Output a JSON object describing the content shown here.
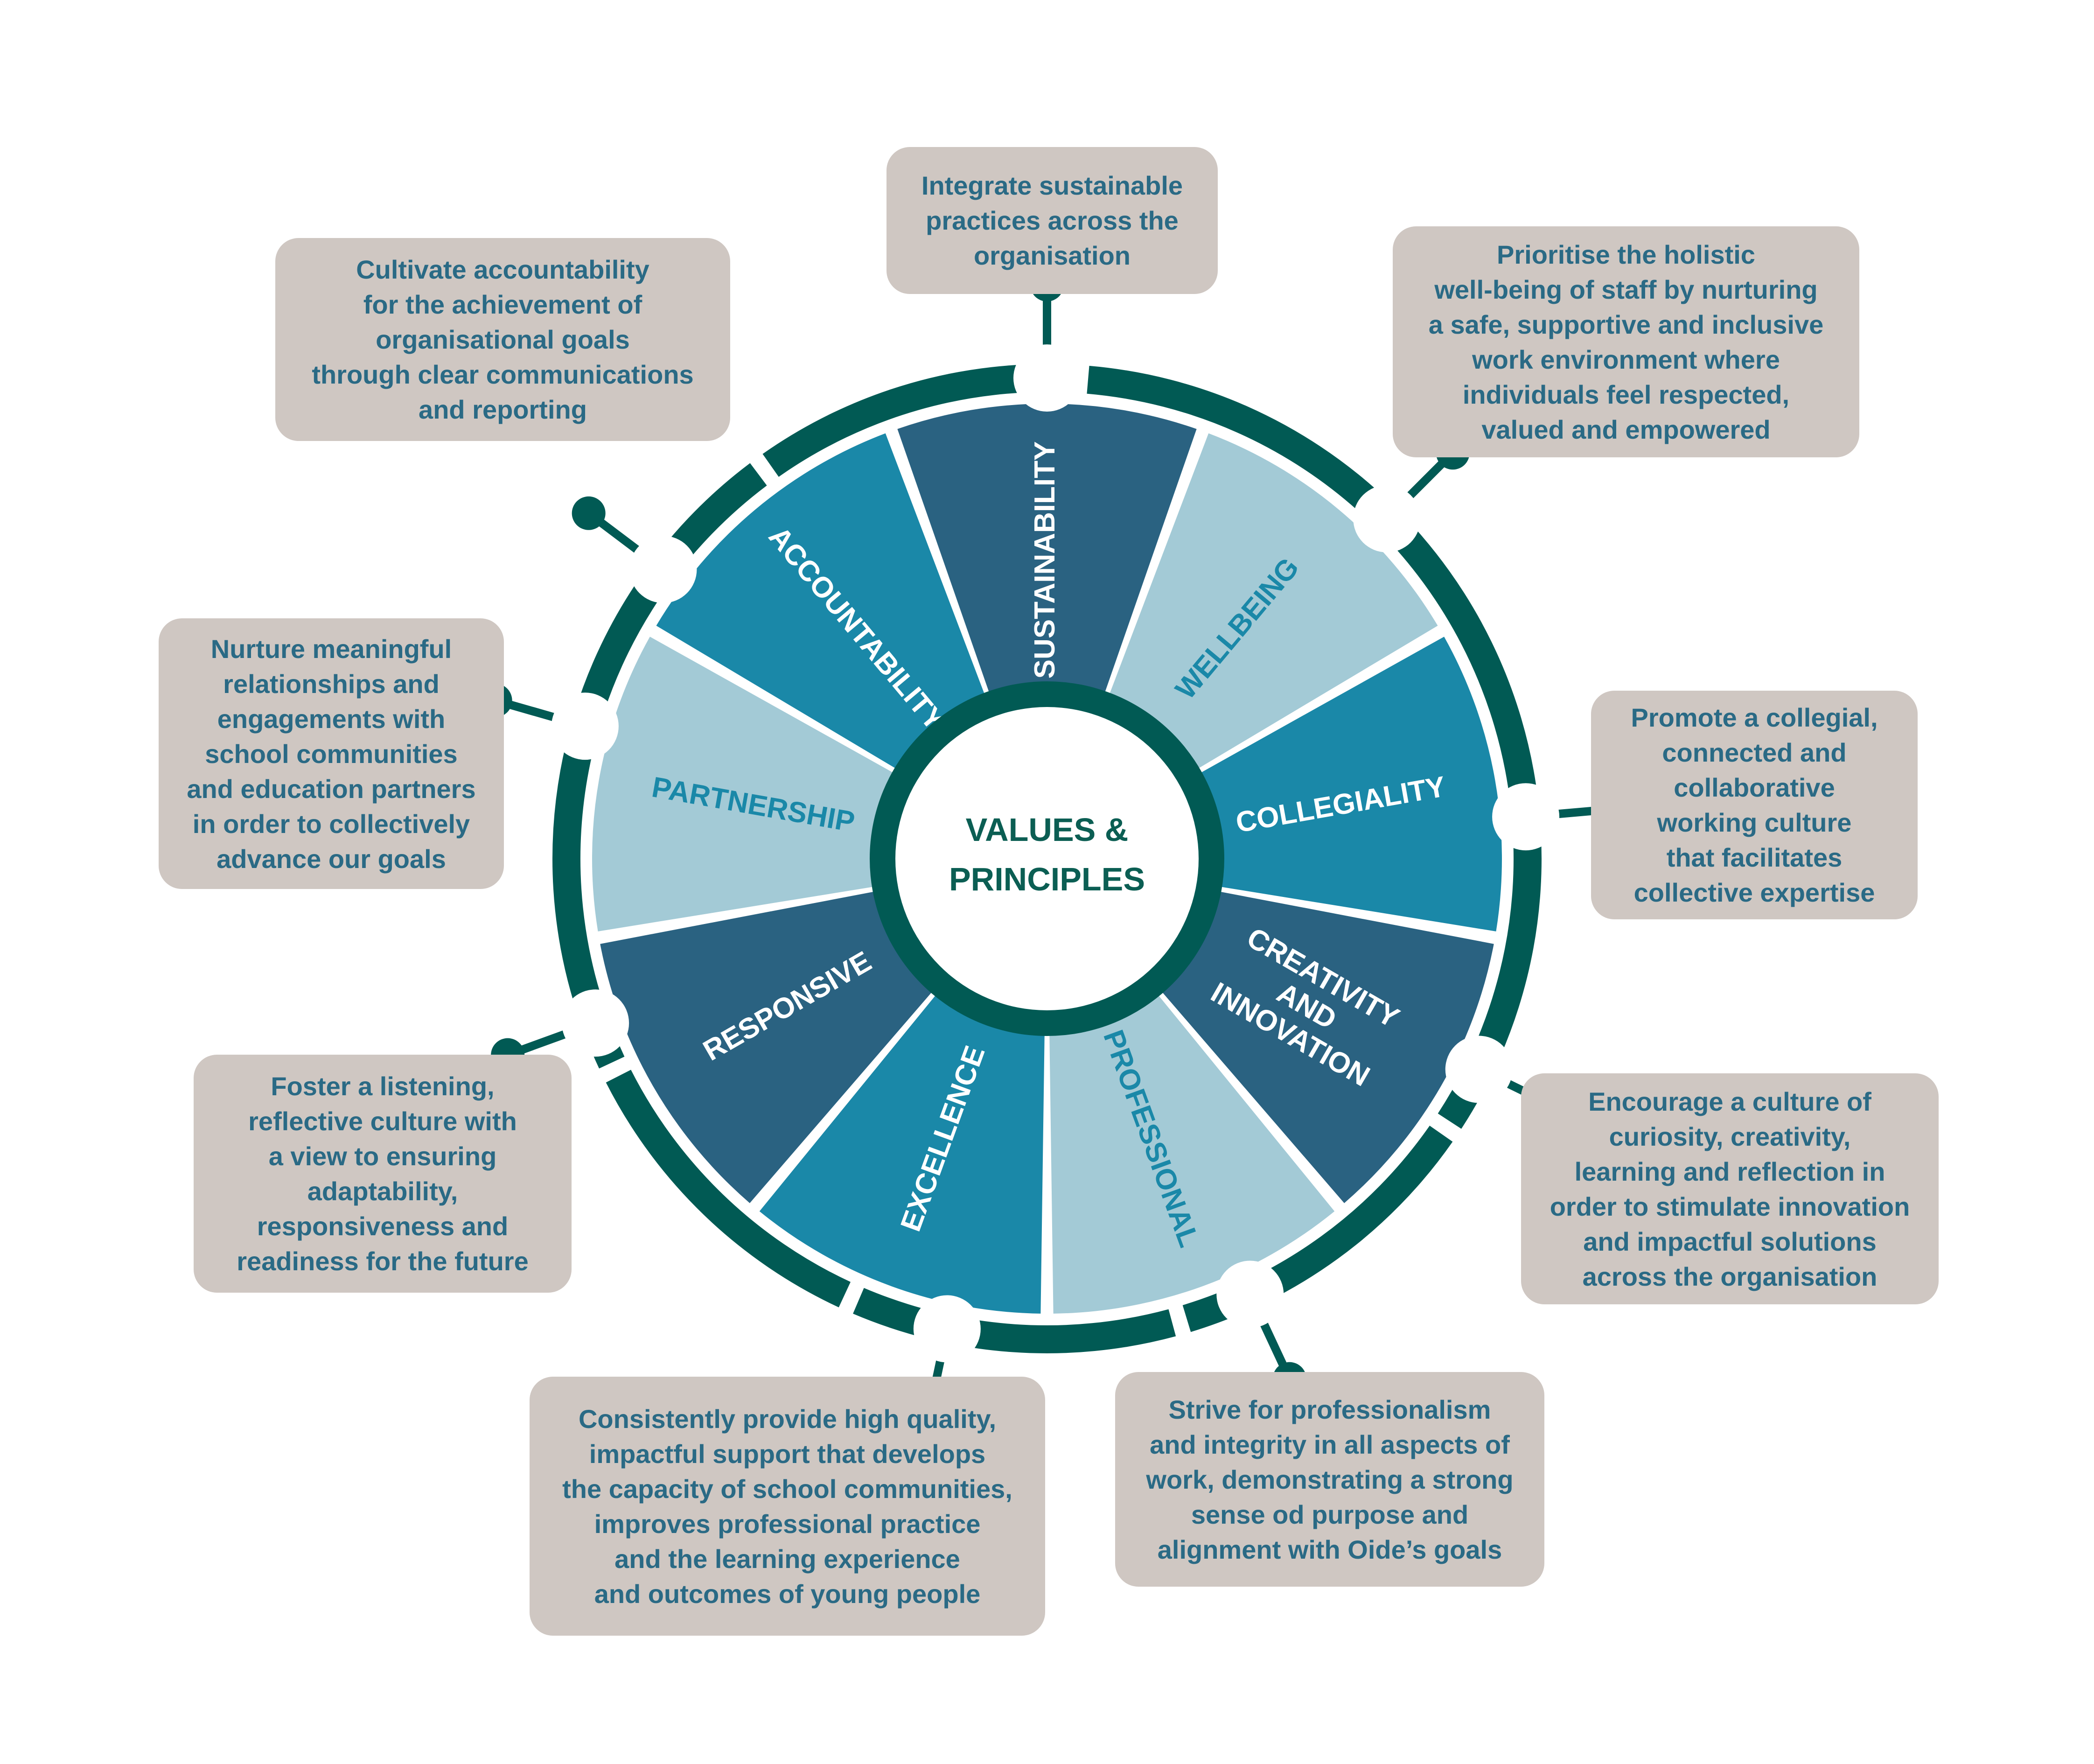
{
  "center": {
    "line1": "VALUES &",
    "line2": "PRINCIPLES"
  },
  "colors": {
    "ring": "#015a54",
    "dark_blue": "#2a6281",
    "mid_blue": "#1a88a8",
    "light_blue": "#a3cad6",
    "box_bg": "#cfc7c2",
    "box_text": "#2a6a85",
    "center_text": "#0b5e53"
  },
  "segments": [
    {
      "id": "sustainability",
      "label": "SUSTAINABILITY",
      "lines": [
        "SUSTAINABILITY"
      ],
      "color": "dark",
      "description": "Integrate sustainable\npractices across the\norganisation"
    },
    {
      "id": "wellbeing",
      "label": "WELLBEING",
      "lines": [
        "WELLBEING"
      ],
      "color": "light",
      "description": "Prioritise the holistic\nwell-being of staff by nurturing\na safe, supportive and inclusive\nwork environment where\nindividuals feel respected,\nvalued and empowered"
    },
    {
      "id": "collegiality",
      "label": "COLLEGIALITY",
      "lines": [
        "COLLEGIALITY"
      ],
      "color": "mid",
      "description": "Promote a collegial,\nconnected and\ncollaborative\nworking culture\nthat facilitates\ncollective expertise"
    },
    {
      "id": "creativity",
      "label": "CREATIVITY AND INNOVATION",
      "lines": [
        "CREATIVITY",
        "AND",
        "INNOVATION"
      ],
      "color": "dark",
      "description": "Encourage a culture of\ncuriosity, creativity,\nlearning and reflection in\norder to stimulate innovation\nand impactful solutions\nacross the organisation"
    },
    {
      "id": "professional",
      "label": "PROFESSIONAL",
      "lines": [
        "PROFESSIONAL"
      ],
      "color": "light",
      "description": "Strive for professionalism\nand integrity in all aspects of\nwork, demonstrating a strong\nsense od purpose and\nalignment with Oide’s goals"
    },
    {
      "id": "excellence",
      "label": "EXCELLENCE",
      "lines": [
        "EXCELLENCE"
      ],
      "color": "mid",
      "description": "Consistently provide high quality,\nimpactful support that develops\nthe capacity of school communities,\nimproves professional practice\nand the learning experience\nand outcomes of young people"
    },
    {
      "id": "responsive",
      "label": "RESPONSIVE",
      "lines": [
        "RESPONSIVE"
      ],
      "color": "dark",
      "description": "Foster a listening,\nreflective culture with\na view to ensuring\nadaptability,\nresponsiveness and\nreadiness for the future"
    },
    {
      "id": "partnership",
      "label": "PARTNERSHIP",
      "lines": [
        "PARTNERSHIP"
      ],
      "color": "light",
      "description": "Nurture meaningful\nrelationships and\nengagements with\nschool communities\nand education partners\nin order to collectively\nadvance our goals"
    },
    {
      "id": "accountability",
      "label": "ACCOUNTABILITY",
      "lines": [
        "ACCOUNTABILITY"
      ],
      "color": "mid",
      "description": "Cultivate accountability\nfor the achievement of\norganisational goals\nthrough clear communications\nand reporting"
    }
  ]
}
